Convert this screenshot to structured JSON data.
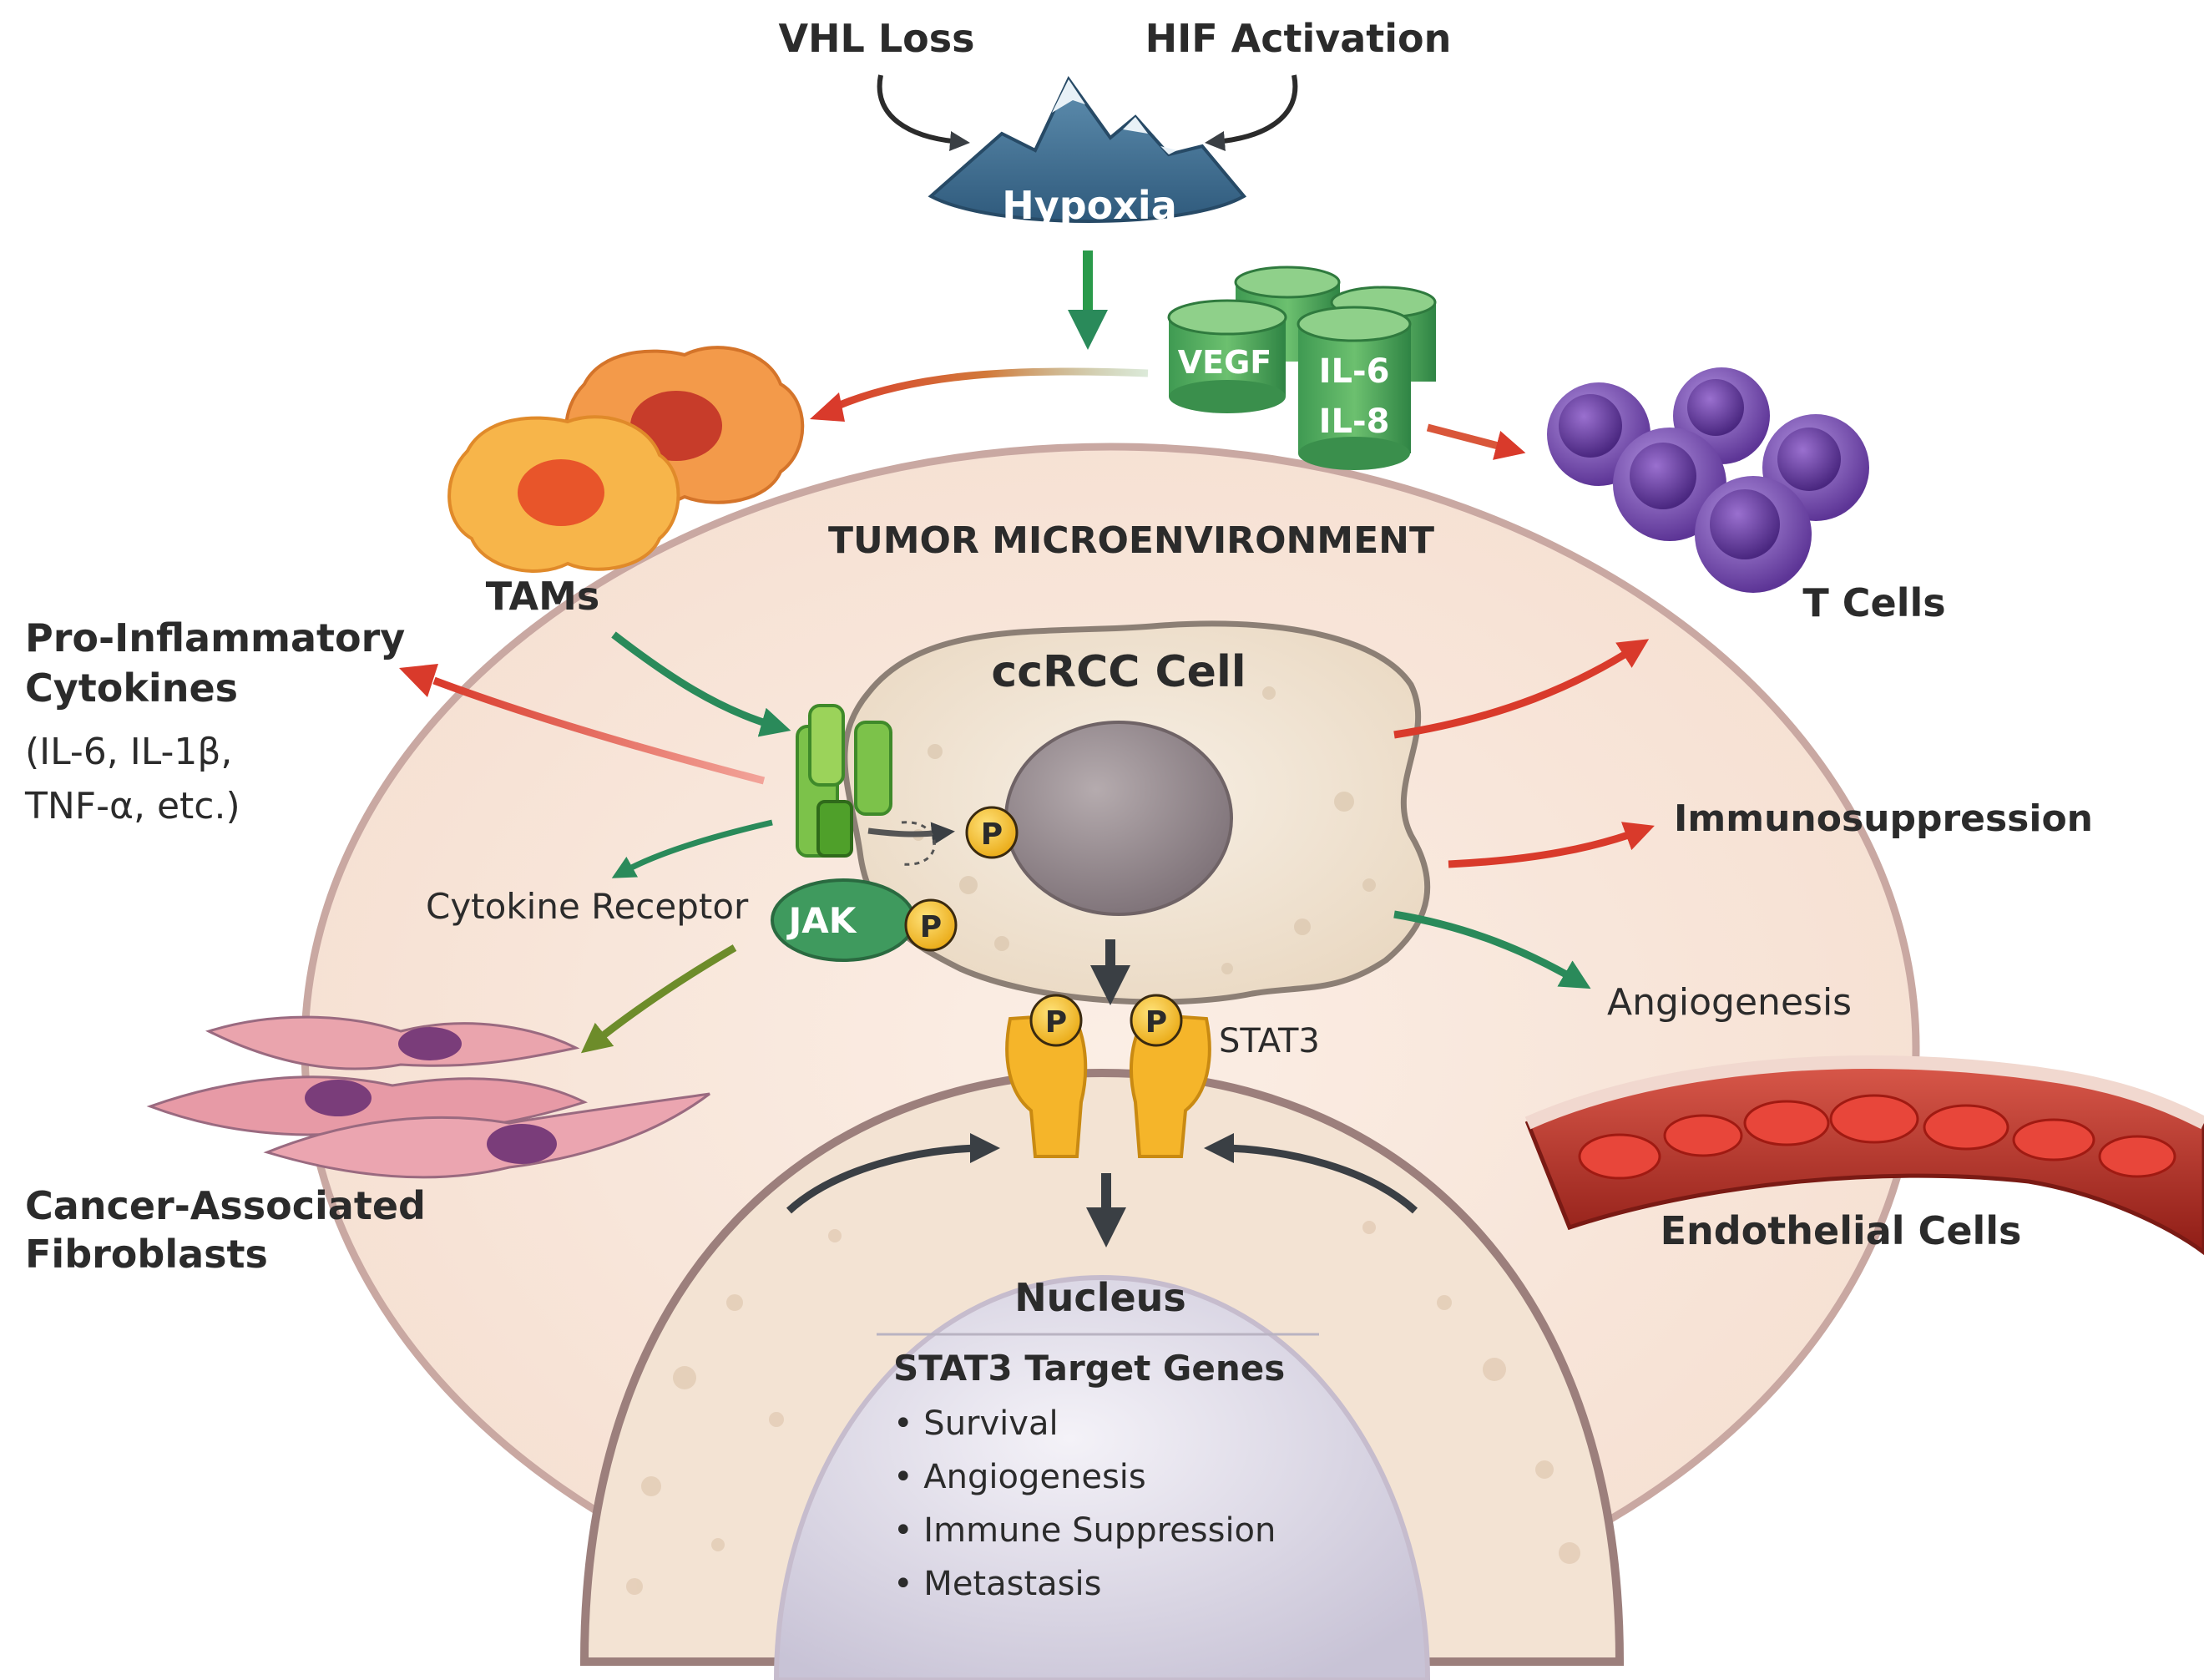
{
  "top": {
    "vhl_loss": "VHL Loss",
    "hif_activation": "HIF Activation",
    "hypoxia": "Hypoxia"
  },
  "cytokines": {
    "vegf": "VEGF",
    "il6": "IL-6",
    "il8": "IL-8"
  },
  "tme_title": "TUMOR MICROENVIRONMENT",
  "cells": {
    "tams": "TAMs",
    "t_cells": "T Cells",
    "caf_line1": "Cancer-Associated",
    "caf_line2": "Fibroblasts",
    "endothelial": "Endothelial Cells",
    "ccrcc": "ccRCC Cell"
  },
  "left": {
    "pro_line1": "Pro-Inflammatory",
    "pro_line2": "Cytokines",
    "pro_line3": "(IL-6, IL-1β,",
    "pro_line4": "TNF-α, etc.)",
    "receptor": "Cytokine Receptor",
    "jak": "JAK"
  },
  "right": {
    "immunosuppression": "Immunosuppression",
    "angiogenesis": "Angiogenesis"
  },
  "signal": {
    "p": "P",
    "stat3": "STAT3"
  },
  "nucleus": {
    "title": "Nucleus",
    "genes_title": "STAT3 Target Genes",
    "genes": [
      "• Survival",
      "• Angiogenesis",
      "• Immune Suppression",
      "• Metastasis"
    ]
  },
  "colors": {
    "arrow_red": "#d93a2b",
    "arrow_green": "#2a8a5a",
    "arrow_dark": "#3a3f44",
    "phospho": "#f2b824",
    "stat3": "#f5b52a",
    "receptor": "#6bb83a",
    "jak": "#3f9a5e",
    "tcell": "#7a4fb0",
    "tam": "#f08a3a"
  }
}
